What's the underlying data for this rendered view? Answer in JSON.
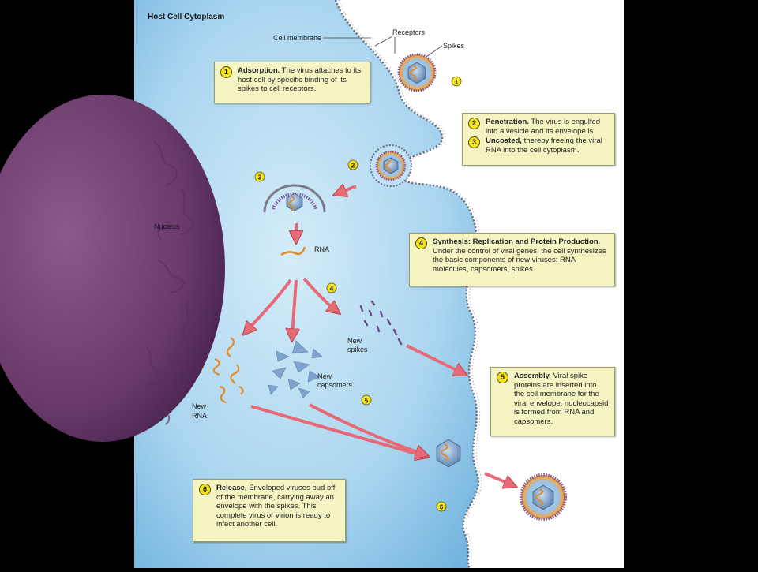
{
  "title": "Host Cell Cytoplasm",
  "labels": {
    "cell_membrane": "Cell membrane",
    "receptors": "Receptors",
    "spikes": "Spikes",
    "nucleus": "Nucleus",
    "rna": "RNA",
    "new_rna_line1": "New",
    "new_rna_line2": "RNA",
    "new_capsomers_line1": "New",
    "new_capsomers_line2": "capsomers",
    "new_spikes_line1": "New",
    "new_spikes_line2": "spikes"
  },
  "markers": {
    "m1": "1",
    "m2": "2",
    "m3": "3",
    "m4": "4",
    "m5": "5",
    "m6": "6"
  },
  "steps": {
    "adsorption": {
      "num": "1",
      "heading": "Adsorption.",
      "text": "The virus attaches to its host cell by specific binding of its spikes to cell receptors."
    },
    "penetration": {
      "num": "2",
      "heading": "Penetration.",
      "text": "The virus is engulfed into a vesicle and its envelope is"
    },
    "uncoating": {
      "num": "3",
      "heading": "Uncoated,",
      "text": "thereby freeing the viral RNA into the cell cytoplasm."
    },
    "synthesis": {
      "num": "4",
      "heading": "Synthesis: Replication and Protein Production.",
      "text": "Under the control of viral genes, the cell synthesizes the basic components of new viruses: RNA molecules, capsomers, spikes."
    },
    "assembly": {
      "num": "5",
      "heading": "Assembly.",
      "text": "Viral spike proteins are inserted into the cell membrane for the viral envelope; nucleocapsid is formed from RNA and capsomers."
    },
    "release": {
      "num": "6",
      "heading": "Release.",
      "text": "Enveloped viruses bud off of the membrane, carrying away an envelope with the spikes. This complete virus or virion is ready to infect another cell."
    }
  },
  "colors": {
    "cytoplasm": "#8cc3e6",
    "cytoplasm_light": "#c9e6f5",
    "outside": "#ffffff",
    "nucleus": "#6e3f6e",
    "arrow": "#e8707a",
    "rna": "#e08a2a",
    "marker": "#f2e11d",
    "box": "#f4f3c2"
  }
}
